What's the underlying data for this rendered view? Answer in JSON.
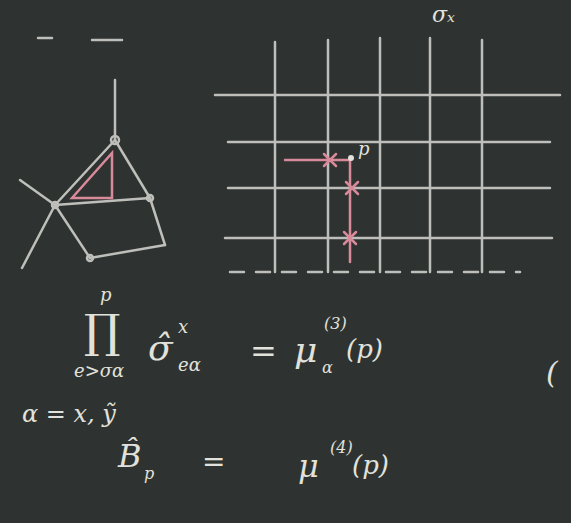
{
  "diagram": {
    "labels": [
      "σₓ",
      "p",
      "p",
      "∏",
      "e>σα",
      "σ̂",
      "x",
      "eα",
      "=",
      "μ",
      "(3)",
      "α",
      "(p)",
      "α = x, ỹ",
      "B̂",
      "p",
      "=",
      "μ",
      "(4)",
      "(p)",
      "("
    ]
  }
}
